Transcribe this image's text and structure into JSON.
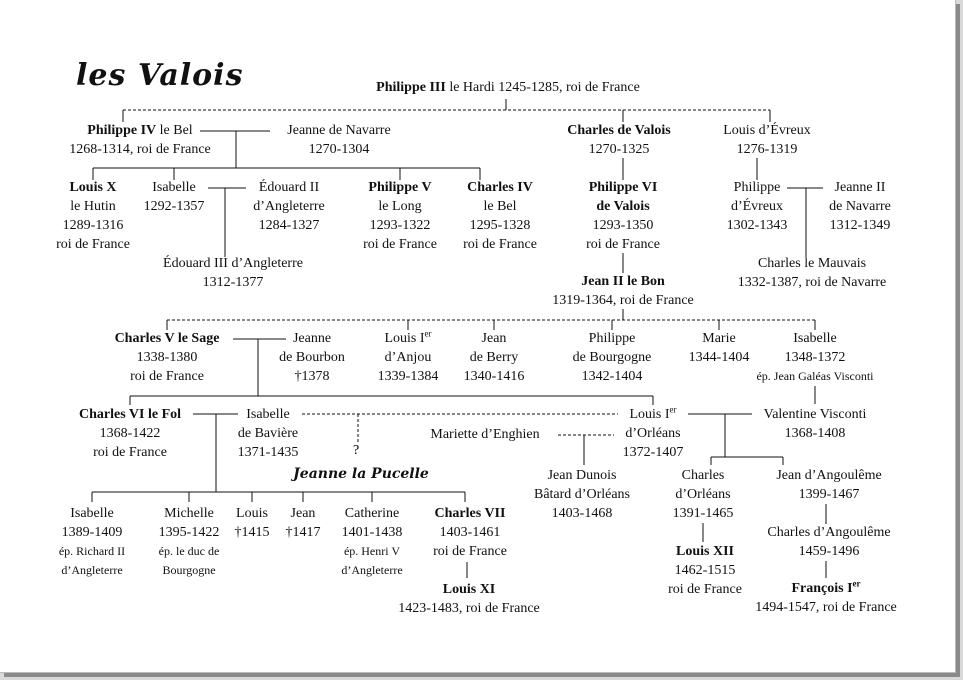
{
  "title": "les Valois",
  "persons": {
    "philippe3": {
      "b": "Philippe III",
      "r": " le Hardi",
      "t": " 1245-1285, roi de France"
    },
    "philippe4": {
      "b": "Philippe IV",
      "r": " le Bel",
      "l2": "1268-1314, roi de France"
    },
    "jeanne_navarre": {
      "l1": "Jeanne de Navarre",
      "l2": "1270-1304"
    },
    "charles_valois": {
      "b": "Charles de Valois",
      "l2": "1270-1325"
    },
    "louis_evreux": {
      "l1": "Louis d’Évreux",
      "l2": "1276-1319"
    },
    "louis10": {
      "b": "Louis X",
      "l2": "le Hutin",
      "l3": "1289-1316",
      "l4": "roi de France"
    },
    "isabelle1": {
      "l1": "Isabelle",
      "l2": "1292-1357"
    },
    "edouard2": {
      "l1": "Édouard II",
      "l2": "d’Angleterre",
      "l3": "1284-1327"
    },
    "philippe5": {
      "b": "Philippe V",
      "l2": "le Long",
      "l3": "1293-1322",
      "l4": "roi de France"
    },
    "charles4": {
      "b": "Charles IV",
      "l2": "le Bel",
      "l3": "1295-1328",
      "l4": "roi de France"
    },
    "philippe6": {
      "b": "Philippe VI",
      "b2": "de Valois",
      "l3": "1293-1350",
      "l4": "roi de France"
    },
    "philippe_evreux": {
      "l1": "Philippe",
      "l2": "d’Évreux",
      "l3": "1302-1343"
    },
    "jeanne2": {
      "l1": "Jeanne II",
      "l2": "de Navarre",
      "l3": "1312-1349"
    },
    "edouard3": {
      "l1": "Édouard III d’Angleterre",
      "l2": "1312-1377"
    },
    "jean2": {
      "b": "Jean II le Bon",
      "l2": "1319-1364, roi de France"
    },
    "charles_mauvais": {
      "l1": "Charles le Mauvais",
      "l2": "1332-1387, roi de Navarre"
    },
    "charles5": {
      "b": "Charles V le Sage",
      "l2": "1338-1380",
      "l3": "roi de France"
    },
    "jeanne_bourbon": {
      "l1": "Jeanne",
      "l2": "de Bourbon",
      "l3": "†1378"
    },
    "louis_anjou": {
      "l1a": "Louis I",
      "sup": "er",
      "l2": "d’Anjou",
      "l3": "1339-1384"
    },
    "jean_berry": {
      "l1": "Jean",
      "l2": "de Berry",
      "l3": "1340-1416"
    },
    "philippe_bourgogne": {
      "l1": "Philippe",
      "l2": "de Bourgogne",
      "l3": "1342-1404"
    },
    "marie": {
      "l1": "Marie",
      "l2": "1344-1404"
    },
    "isabelle2": {
      "l1": "Isabelle",
      "l2": "1348-1372",
      "s3": "ép. Jean Galéas Visconti"
    },
    "charles6": {
      "b": "Charles VI le Fol",
      "l2": "1368-1422",
      "l3": "roi de France"
    },
    "isabelle_baviere": {
      "l1": "Isabelle",
      "l2": "de Bavière",
      "l3": "1371-1435"
    },
    "louis_orleans": {
      "l1a": "Louis I",
      "sup": "er",
      "l2": "d’Orléans",
      "l3": "1372-1407"
    },
    "mariette": {
      "l1": "Mariette d’Enghien"
    },
    "valentine": {
      "l1": "Valentine Visconti",
      "l2": "1368-1408"
    },
    "question": "?",
    "jeanne_pucelle": "Jeanne la Pucelle",
    "jean_dunois": {
      "l1": "Jean Dunois",
      "l2": "Bâtard d’Orléans",
      "l3": "1403-1468"
    },
    "charles_orleans": {
      "l1": "Charles",
      "l2": "d’Orléans",
      "l3": "1391-1465"
    },
    "jean_angouleme": {
      "l1": "Jean d’Angoulême",
      "l2": "1399-1467"
    },
    "isabelle3": {
      "l1": "Isabelle",
      "l2": "1389-1409",
      "s3": "ép. Richard II",
      "s4": "d’Angleterre"
    },
    "michelle": {
      "l1": "Michelle",
      "l2": "1395-1422",
      "s3": "ép. le duc de",
      "s4": "Bourgogne"
    },
    "louis_1415": {
      "l1": "Louis",
      "l2": "†1415"
    },
    "jean_1417": {
      "l1": "Jean",
      "l2": "†1417"
    },
    "catherine": {
      "l1": "Catherine",
      "l2": "1401-1438",
      "s3": "ép. Henri V",
      "s4": "d’Angleterre"
    },
    "charles7": {
      "b": "Charles VII",
      "l2": "1403-1461",
      "l3": "roi de France"
    },
    "charles_angouleme": {
      "l1": "Charles d’Angoulême",
      "l2": "1459-1496"
    },
    "louis12": {
      "b": "Louis XII",
      "l2": "1462-1515",
      "l3": "roi de France"
    },
    "louis11": {
      "b": "Louis XI",
      "l2": "1423-1483, roi de France"
    },
    "francois1": {
      "b": "François I",
      "sup": "er",
      "l2": "1494-1547, roi de France"
    }
  }
}
